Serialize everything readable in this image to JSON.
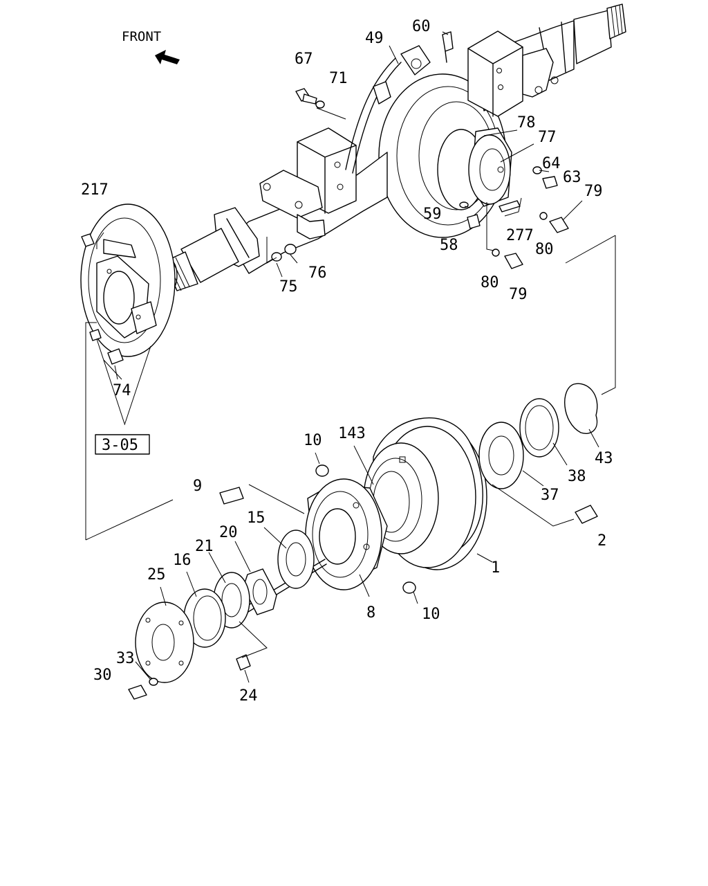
{
  "direction_label": "FRONT",
  "group_reference": "3-05",
  "callouts": {
    "p60": "60",
    "p49": "49",
    "p67": "67",
    "p71": "71",
    "p78": "78",
    "p77": "77",
    "p64": "64",
    "p63": "63",
    "p79a": "79",
    "p59": "59",
    "p58": "58",
    "p277": "277",
    "p80a": "80",
    "p80b": "80",
    "p79b": "79",
    "p217": "217",
    "p75": "75",
    "p76": "76",
    "p74": "74",
    "p10a": "10",
    "p143": "143",
    "p43": "43",
    "p38": "38",
    "p37": "37",
    "p9": "9",
    "p15": "15",
    "p20": "20",
    "p21": "21",
    "p16": "16",
    "p25": "25",
    "p1": "1",
    "p2": "2",
    "p8": "8",
    "p10b": "10",
    "p33": "33",
    "p30": "30",
    "p24": "24"
  },
  "icons": [
    "front-arrow-icon"
  ]
}
